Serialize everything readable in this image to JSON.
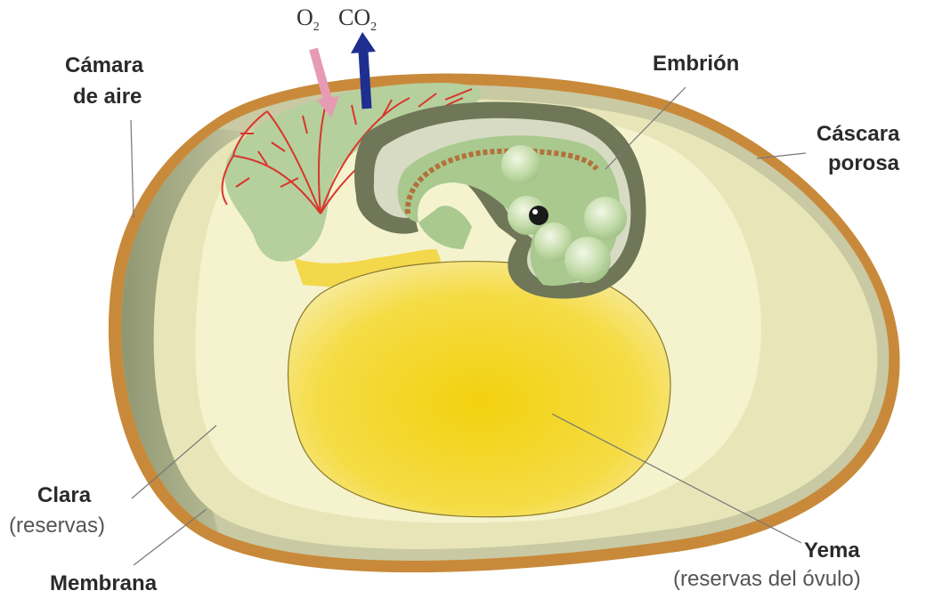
{
  "colors": {
    "shell": "#c88a3a",
    "membrane": "#7d8a5c",
    "albumen": "#f4f1c8",
    "yolk": "#f0d32a",
    "embryo": "#a9c98f",
    "vessels": "#d9352c",
    "o2_arrow": "#e79ab3",
    "co2_arrow": "#1f2f8f"
  },
  "gases": {
    "o2": {
      "base": "O",
      "sub": "2"
    },
    "co2": {
      "base": "CO",
      "sub": "2"
    }
  },
  "labels": {
    "air_chamber_line1": "Cámara",
    "air_chamber_line2": "de aire",
    "embryo": "Embrión",
    "shell_line1": "Cáscara",
    "shell_line2": "porosa",
    "albumen_title": "Clara",
    "albumen_sub": "(reservas)",
    "membrane": "Membrana",
    "yolk_title": "Yema",
    "yolk_sub": "(reservas del óvulo)"
  }
}
